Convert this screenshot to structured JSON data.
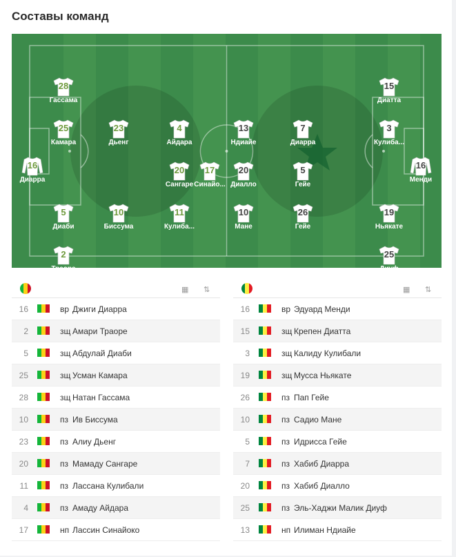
{
  "title": "Составы команд",
  "colors": {
    "pitch": "#3c8b4b",
    "pitch_alt": "#418f4f",
    "mali": [
      "#14b53a",
      "#fcd116",
      "#ce1126"
    ],
    "senegal": [
      "#00853f",
      "#fdef42",
      "#e31b23"
    ]
  },
  "home_pitch": [
    {
      "num": "16",
      "name": "Диарра",
      "gk": true
    },
    {
      "num": "28",
      "name": "Гассама"
    },
    {
      "num": "25",
      "name": "Камара"
    },
    {
      "num": "5",
      "name": "Диаби"
    },
    {
      "num": "2",
      "name": "Траоре"
    },
    {
      "num": "23",
      "name": "Дьенг"
    },
    {
      "num": "10",
      "name": "Биссума"
    },
    {
      "num": "4",
      "name": "Айдара"
    },
    {
      "num": "20",
      "name": "Сангаре"
    },
    {
      "num": "11",
      "name": "Кулиба..."
    },
    {
      "num": "17",
      "name": "Синайо..."
    }
  ],
  "away_pitch": [
    {
      "num": "16",
      "name": "Менди",
      "gk": true
    },
    {
      "num": "15",
      "name": "Диатта"
    },
    {
      "num": "3",
      "name": "Кулиба..."
    },
    {
      "num": "19",
      "name": "Ньякате"
    },
    {
      "num": "25",
      "name": "Диуф"
    },
    {
      "num": "7",
      "name": "Диарра"
    },
    {
      "num": "5",
      "name": "Гейе"
    },
    {
      "num": "26",
      "name": "Гейе"
    },
    {
      "num": "13",
      "name": "Ндиайе"
    },
    {
      "num": "20",
      "name": "Диалло"
    },
    {
      "num": "10",
      "name": "Мане"
    }
  ],
  "home_list": [
    {
      "num": "16",
      "pos": "вр",
      "name": "Джиги Диарра"
    },
    {
      "num": "2",
      "pos": "зщ",
      "name": "Амари Траоре"
    },
    {
      "num": "5",
      "pos": "зщ",
      "name": "Абдулай Диаби"
    },
    {
      "num": "25",
      "pos": "зщ",
      "name": "Усман Камара"
    },
    {
      "num": "28",
      "pos": "зщ",
      "name": "Натан Гассама"
    },
    {
      "num": "10",
      "pos": "пз",
      "name": "Ив Биссума"
    },
    {
      "num": "23",
      "pos": "пз",
      "name": "Алиу Дьенг"
    },
    {
      "num": "20",
      "pos": "пз",
      "name": "Мамаду Сангаре"
    },
    {
      "num": "11",
      "pos": "пз",
      "name": "Лассана Кулибали"
    },
    {
      "num": "4",
      "pos": "пз",
      "name": "Амаду Айдара"
    },
    {
      "num": "17",
      "pos": "нп",
      "name": "Лассин Синайоко"
    }
  ],
  "away_list": [
    {
      "num": "16",
      "pos": "вр",
      "name": "Эдуард Менди"
    },
    {
      "num": "15",
      "pos": "зщ",
      "name": "Крепен Диатта"
    },
    {
      "num": "3",
      "pos": "зщ",
      "name": "Калиду Кулибали"
    },
    {
      "num": "19",
      "pos": "зщ",
      "name": "Мусса Ньякате"
    },
    {
      "num": "26",
      "pos": "пз",
      "name": "Пап Гейе"
    },
    {
      "num": "10",
      "pos": "пз",
      "name": "Садио Мане"
    },
    {
      "num": "5",
      "pos": "пз",
      "name": "Идрисса Гейе"
    },
    {
      "num": "7",
      "pos": "пз",
      "name": "Хабиб Диарра"
    },
    {
      "num": "20",
      "pos": "пз",
      "name": "Хабиб Диалло"
    },
    {
      "num": "25",
      "pos": "пз",
      "name": "Эль-Хаджи Малик Диуф"
    },
    {
      "num": "13",
      "pos": "нп",
      "name": "Илиман Ндиайе"
    }
  ],
  "icons": {
    "formation": "goal-net-icon",
    "sort": "sort-arrows-icon"
  }
}
